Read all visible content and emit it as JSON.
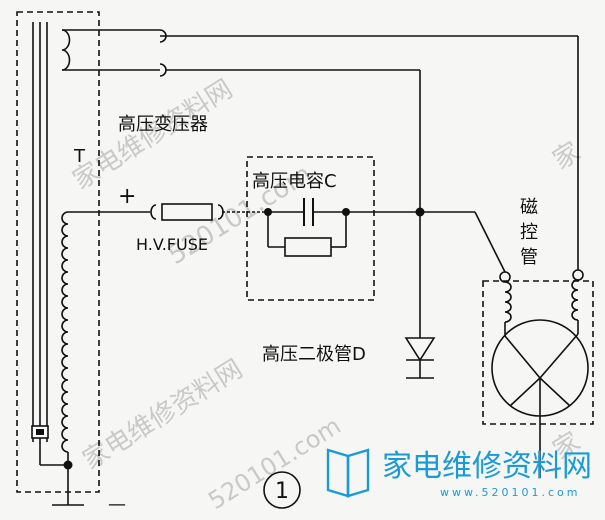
{
  "labels": {
    "transformer_name": "高压变压器",
    "transformer_id": "T",
    "capacitor_name": "高压电容C",
    "fuse_name": "H.V.FUSE",
    "diode_name": "高压二极管D",
    "magnetron_name": "磁控管",
    "plus_sign": "+",
    "minus_sign": "—",
    "figure_number": "1"
  },
  "watermark": {
    "site_name": "家电维修资料网",
    "site_url": "520101.com",
    "partial_char": "家"
  },
  "brand": {
    "name": "家电维修资料网",
    "url": "www.520101.com"
  },
  "colors": {
    "line": "#111111",
    "watermark": "#c9c9c9",
    "brand": "#1a9bd7"
  }
}
